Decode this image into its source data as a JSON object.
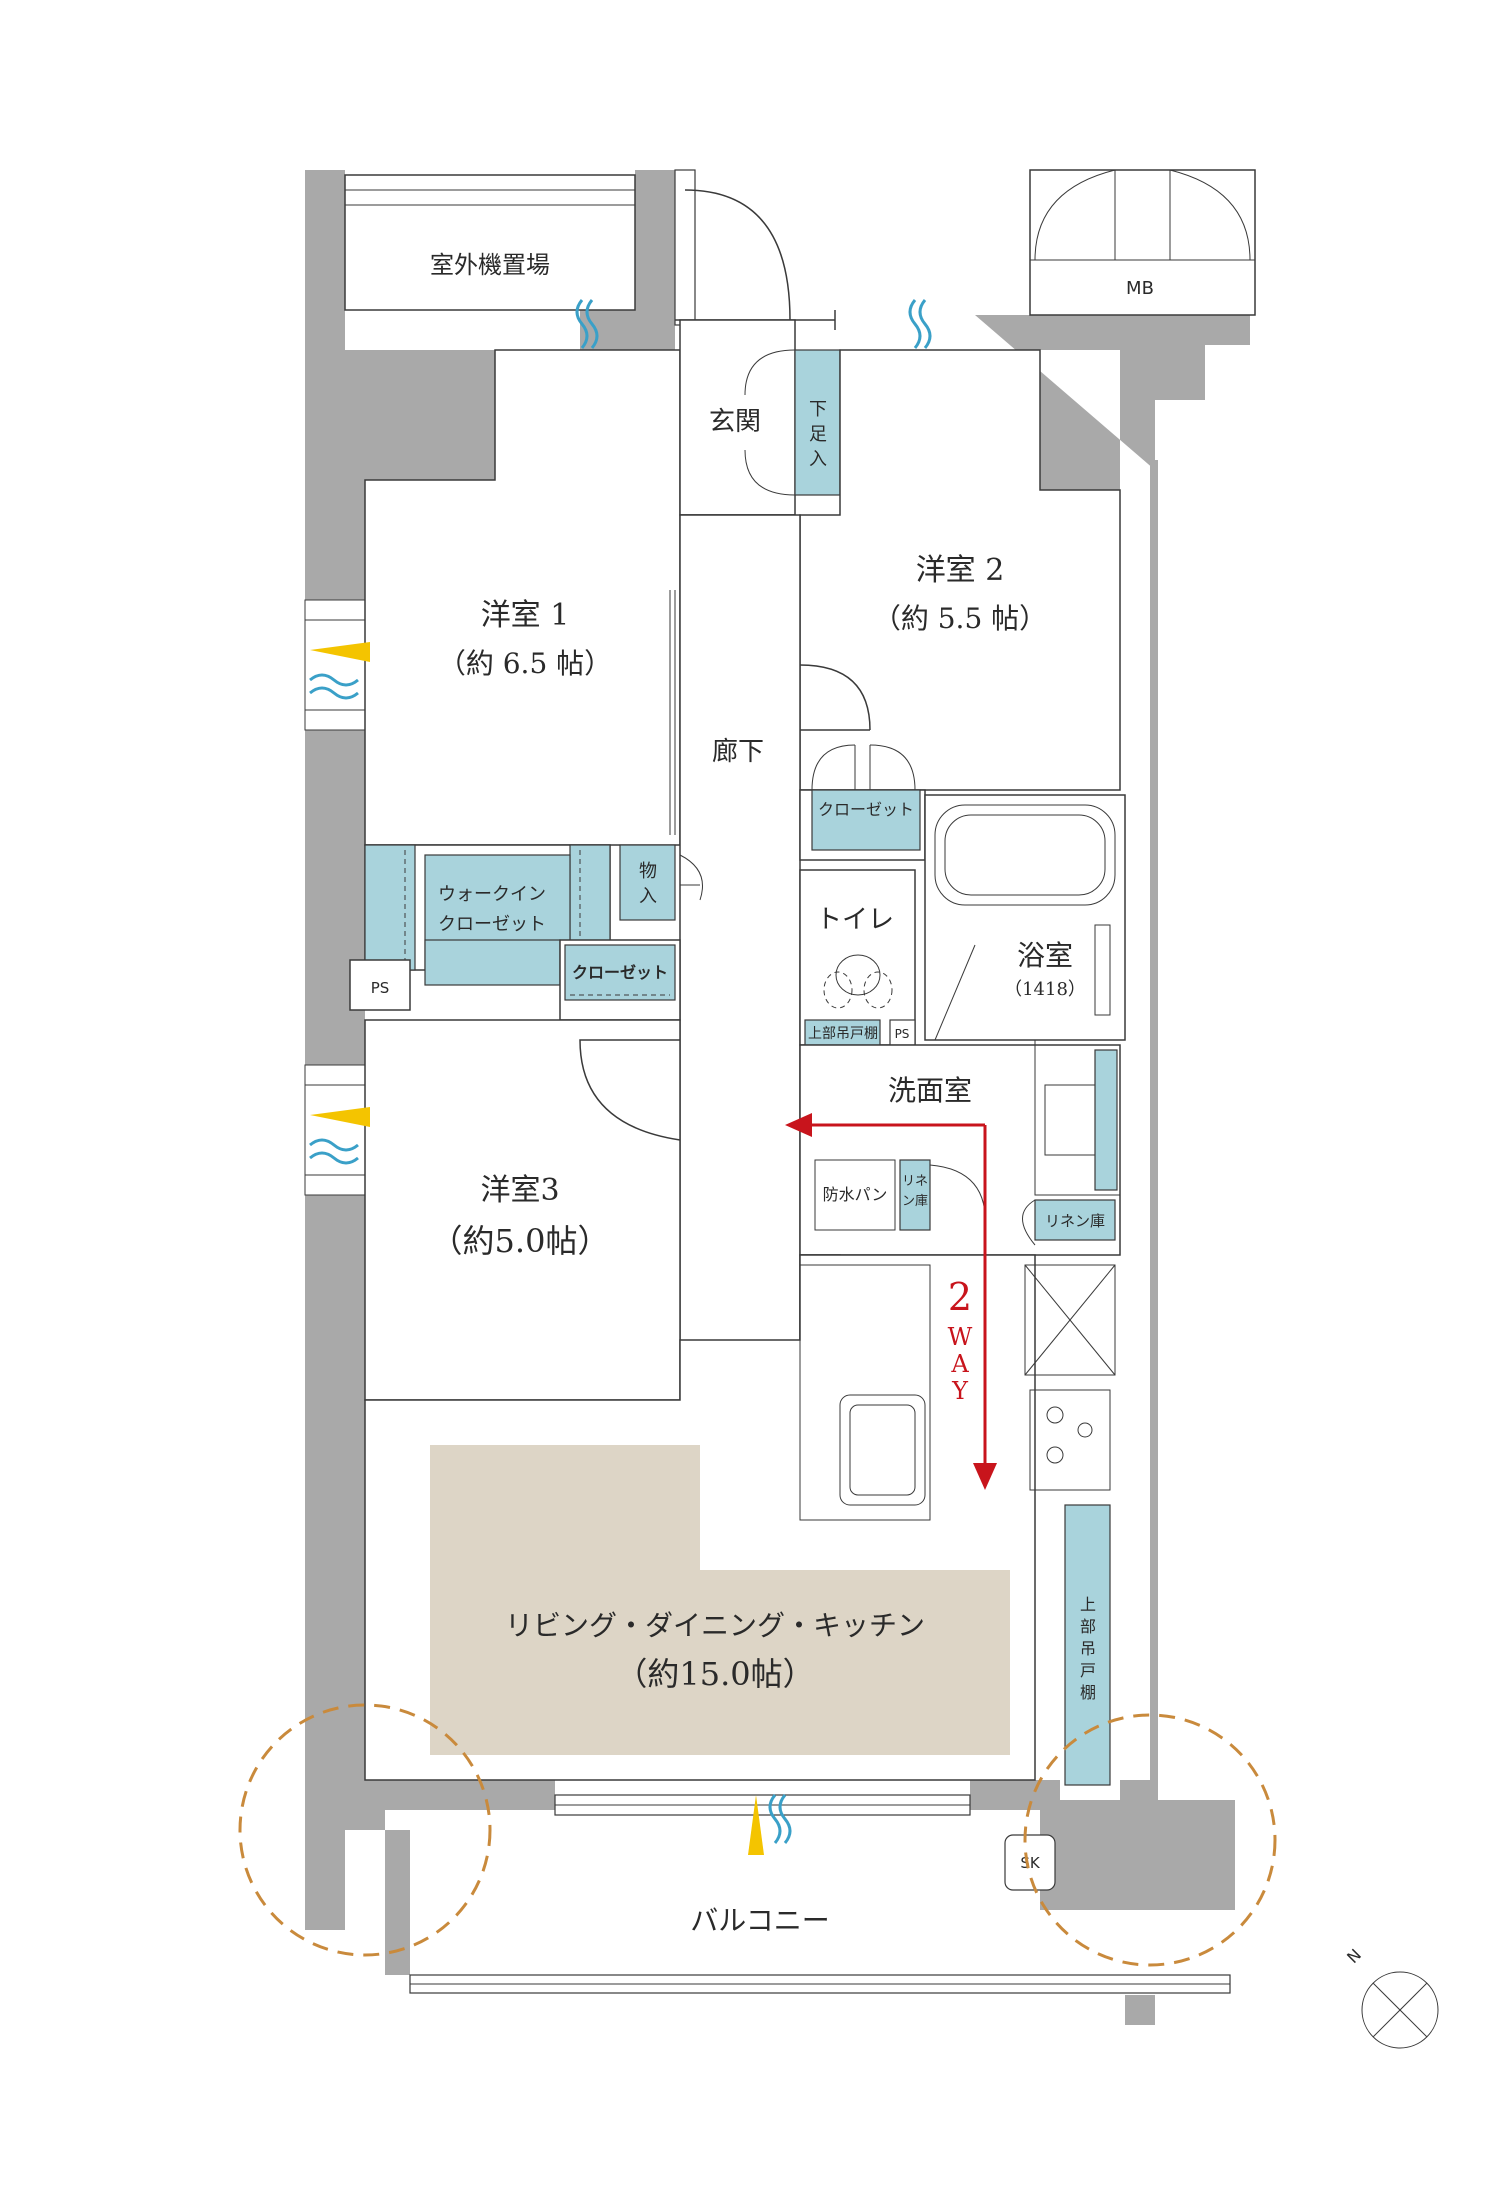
{
  "colors": {
    "wall": "#a9a9a9",
    "storage": "#a9d3dc",
    "ldk_floor": "#ddd5c6",
    "arrow": "#c8141c",
    "circle": "#c98a3c",
    "wind": "#3aa0c8",
    "sun": "#f4c400"
  },
  "labels": {
    "outdoor_unit": "室外機置場",
    "mb": "MB",
    "entrance": "玄関",
    "shoe_box": "下足入",
    "room1_name": "洋室 1",
    "room1_size": "（約 6.5 帖）",
    "room2_name": "洋室 2",
    "room2_size": "（約 5.5 帖）",
    "hallway": "廊下",
    "closet2": "クローゼット",
    "walkin_line1": "ウォークイン",
    "walkin_line2": "クローゼット",
    "storage": "物入",
    "toilet": "トイレ",
    "bath": "浴室",
    "bath_size": "（1418）",
    "ps1": "PS",
    "closet3": "クローゼット",
    "upper_shelf_toilet": "上部吊戸棚",
    "ps_toilet": "PS",
    "washroom": "洗面室",
    "room3_name": "洋室3",
    "room3_size": "（約5.0帖）",
    "waterproof_pan": "防水パン",
    "linen1": "リネン庫",
    "linen2": "リネン庫",
    "ps2": "PS",
    "two_way_num": "2",
    "two_way_text": "WAY",
    "upper_shelf_kitchen": "上部吊戸棚",
    "ldk_name": "リビング・ダイニング・キッチン",
    "ldk_size": "（約15.0帖）",
    "sk": "SK",
    "balcony": "バルコニー",
    "north": "N"
  }
}
